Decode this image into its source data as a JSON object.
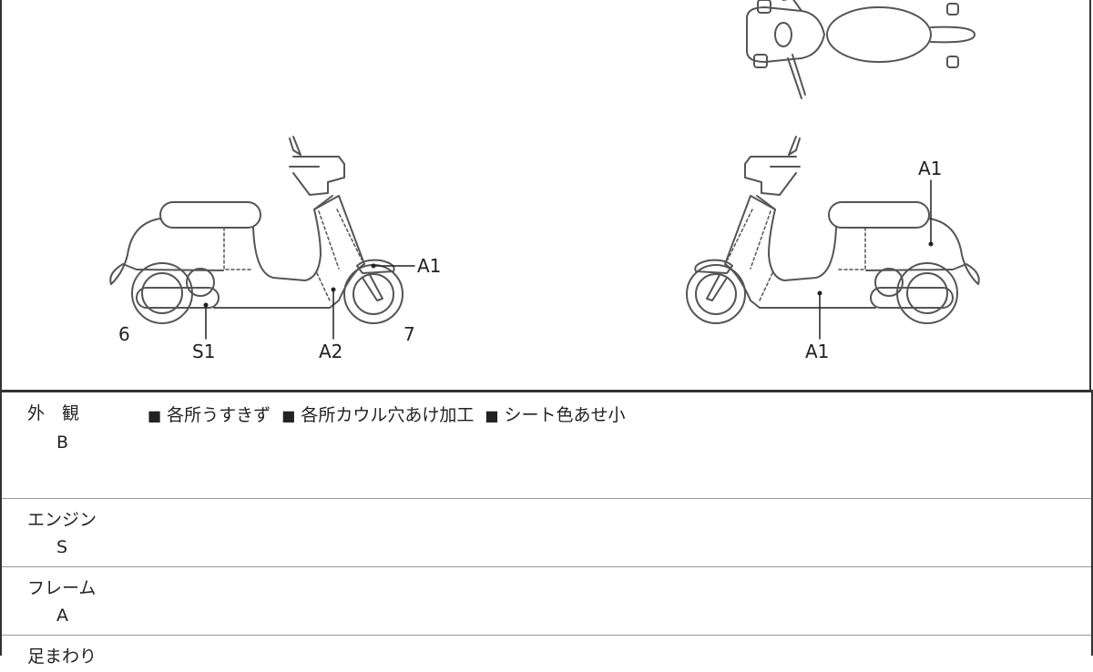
{
  "diagram": {
    "left_labels": {
      "a1": "A1",
      "a2": "A2",
      "s1": "S1",
      "rear": "6",
      "front": "7"
    },
    "right_labels": {
      "a1_top": "A1",
      "a1_bottom": "A1"
    }
  },
  "rows": [
    {
      "label": "外　観",
      "grade": "B",
      "notes": [
        "各所うすきず",
        "各所カウル穴あけ加工",
        "シート色あせ小"
      ]
    },
    {
      "label": "エンジン",
      "grade": "S"
    },
    {
      "label": "フレーム",
      "grade": "A"
    },
    {
      "label": "足まわり"
    }
  ],
  "bullet": "■"
}
